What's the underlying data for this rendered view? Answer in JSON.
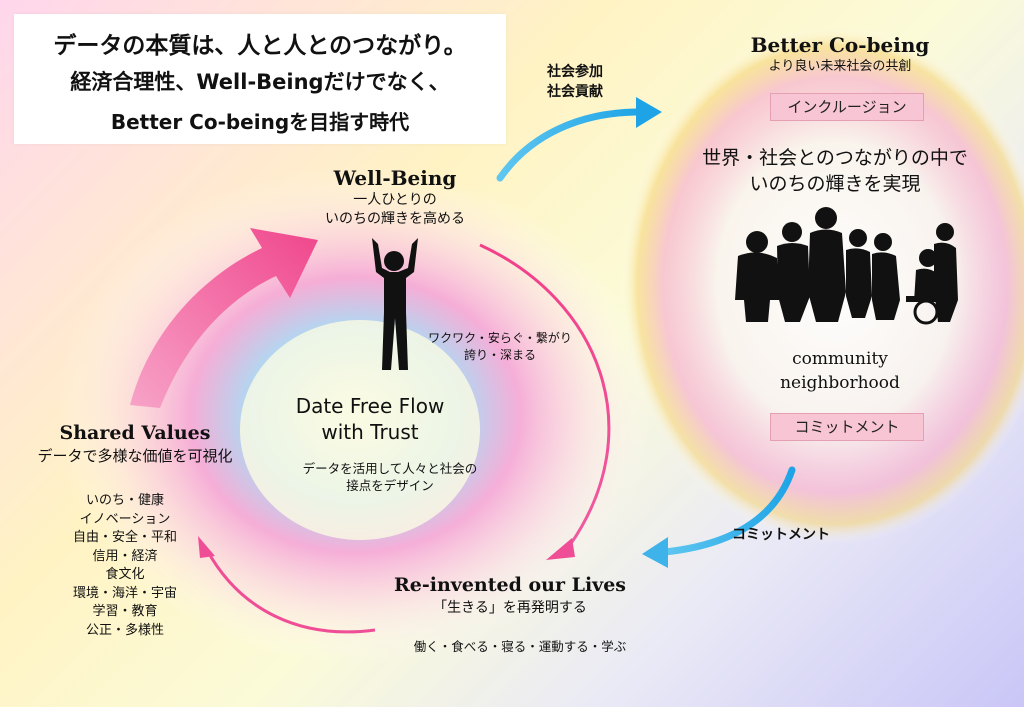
{
  "headline": {
    "line1": "データの本質は、人と人とのつながり。",
    "line2": "経済合理性、Well-Beingだけでなく、",
    "line3": "Better Co-beingを目指す時代"
  },
  "arrow_top": {
    "line1": "社会参加",
    "line2": "社会貢献"
  },
  "arrow_bottom": {
    "label": "コミットメント"
  },
  "well_being": {
    "title": "Well-Being",
    "sub1": "一人ひとりの",
    "sub2": "いのちの輝きを高める",
    "feelings1": "ワクワク・安らぐ・繋がり",
    "feelings2": "誇り・深まる"
  },
  "center": {
    "title1": "Date Free Flow",
    "title2": "with Trust",
    "desc1": "データを活用して人々と社会の",
    "desc2": "接点をデザイン"
  },
  "shared_values": {
    "title": "Shared Values",
    "sub": "データで多様な価値を可視化",
    "items": [
      "いのち・健康",
      "イノベーション",
      "自由・安全・平和",
      "信用・経済",
      "食文化",
      "環境・海洋・宇宙",
      "学習・教育",
      "公正・多様性"
    ]
  },
  "reinvented": {
    "title": "Re-invented our Lives",
    "sub": "「生きる」を再発明する",
    "activities": "働く・食べる・寝る・運動する・学ぶ"
  },
  "better_cobeing": {
    "title": "Better Co-being",
    "sub": "より良い未来社会の共創",
    "tag": "インクルージョン",
    "desc1": "世界・社会とのつながりの中で",
    "desc2": "いのちの輝きを実現",
    "community1": "community",
    "community2": "neighborhood",
    "tag2": "コミットメント"
  },
  "colors": {
    "pink_arrow": "#f0468c",
    "blue_arrow": "#1ea4e6",
    "tag_background": "#f7c5d3"
  }
}
